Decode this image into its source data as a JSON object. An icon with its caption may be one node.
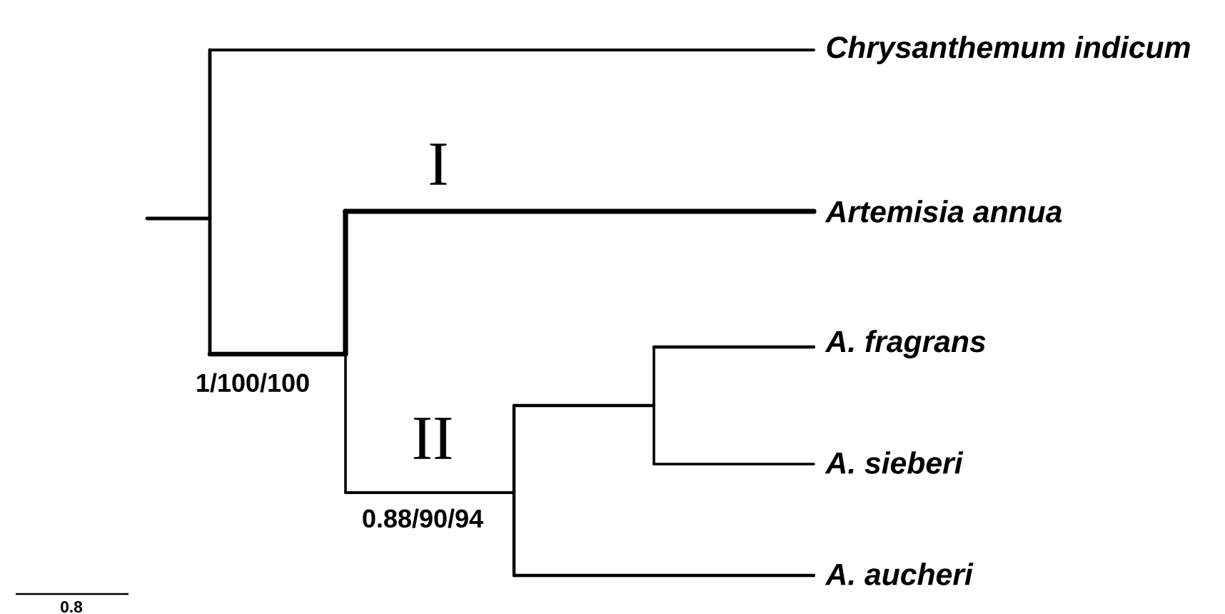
{
  "diagram": {
    "labels": [
      "Chrysanthemum indicum",
      "I",
      "Artemisia annua",
      "A. fragrans",
      "1/100/100",
      "II",
      "A. sieberi",
      "0.88/90/94",
      "A. aucheri",
      "0.8"
    ]
  }
}
